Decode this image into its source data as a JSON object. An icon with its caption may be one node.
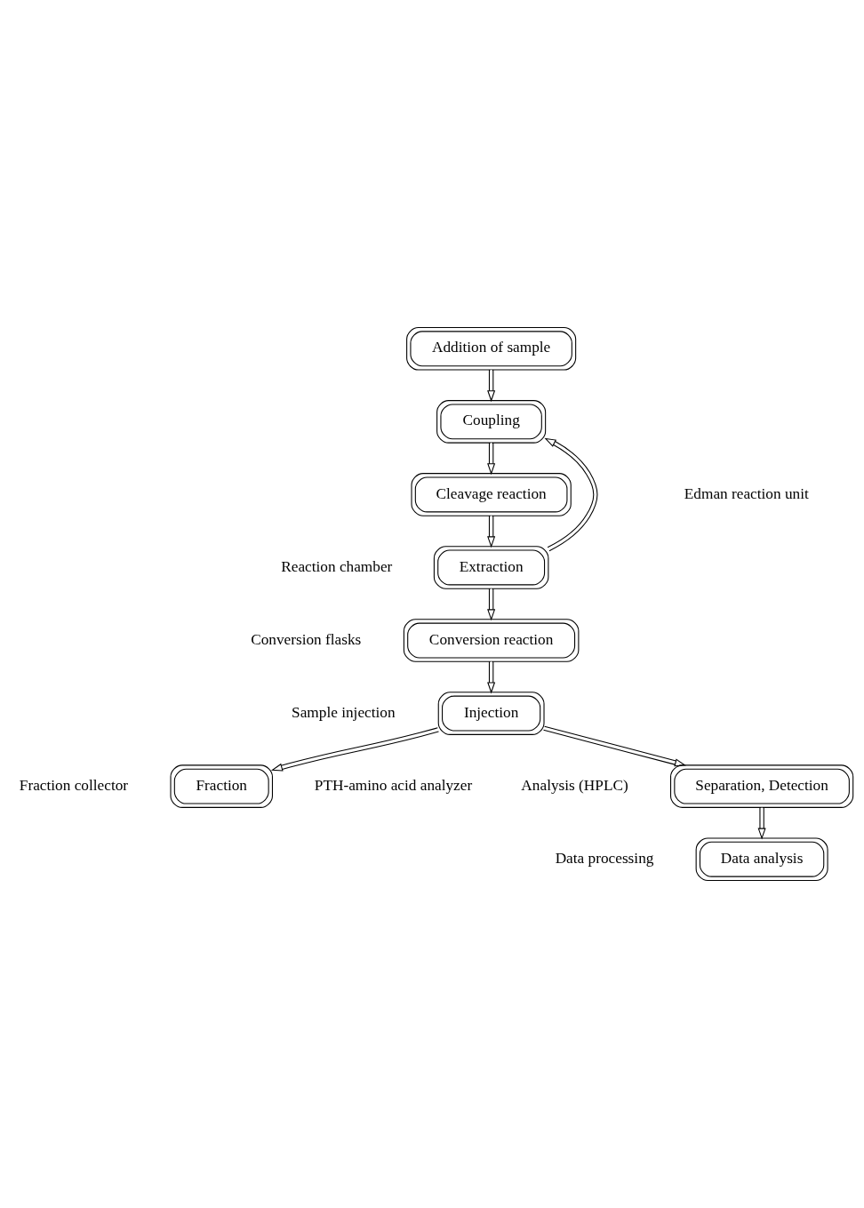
{
  "diagram": {
    "nodes": [
      {
        "text": [
          "Addition of sample"
        ]
      },
      {
        "text": [
          "Coupling"
        ]
      },
      {
        "text": [
          "Cleavage reaction"
        ]
      },
      {
        "text": [
          "Extraction"
        ]
      },
      {
        "text": [
          "Conversion reaction"
        ]
      },
      {
        "text": [
          "Injection"
        ]
      },
      {
        "text": [
          "Fraction"
        ]
      },
      {
        "text": [
          "Separation, Detection"
        ]
      },
      {
        "text": [
          "Data analysis"
        ]
      }
    ],
    "edges": [
      {
        "from": 0,
        "to": 1,
        "arrow": "to"
      },
      {
        "from": 1,
        "to": 2,
        "arrow": "to"
      },
      {
        "from": 2,
        "to": 3,
        "arrow": "to"
      },
      {
        "from": 3,
        "to": 1,
        "arrow": "to"
      },
      {
        "from": 3,
        "to": 4,
        "arrow": "to"
      },
      {
        "from": 4,
        "to": 5,
        "arrow": "to"
      },
      {
        "from": 5,
        "to": 6,
        "arrow": "to"
      },
      {
        "from": 5,
        "to": 7,
        "arrow": "to"
      },
      {
        "from": 7,
        "to": 8,
        "arrow": "to"
      }
    ],
    "labels": [
      "Edman reaction unit",
      "Reaction chamber",
      "Conversion flasks",
      "Sample injection",
      "Fraction collector",
      "Analysis (HPLC)",
      "PTH-amino acid analyzer",
      "Data processing"
    ]
  }
}
